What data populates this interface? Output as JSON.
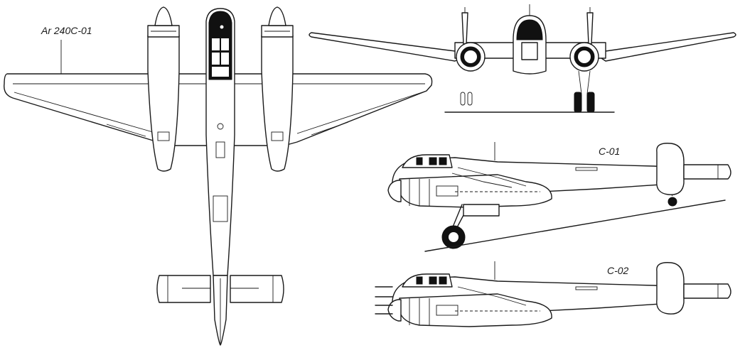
{
  "labels": {
    "plan_view": "Ar 240C-01",
    "side_view_upper": "C-01",
    "side_view_lower": "C-02"
  }
}
